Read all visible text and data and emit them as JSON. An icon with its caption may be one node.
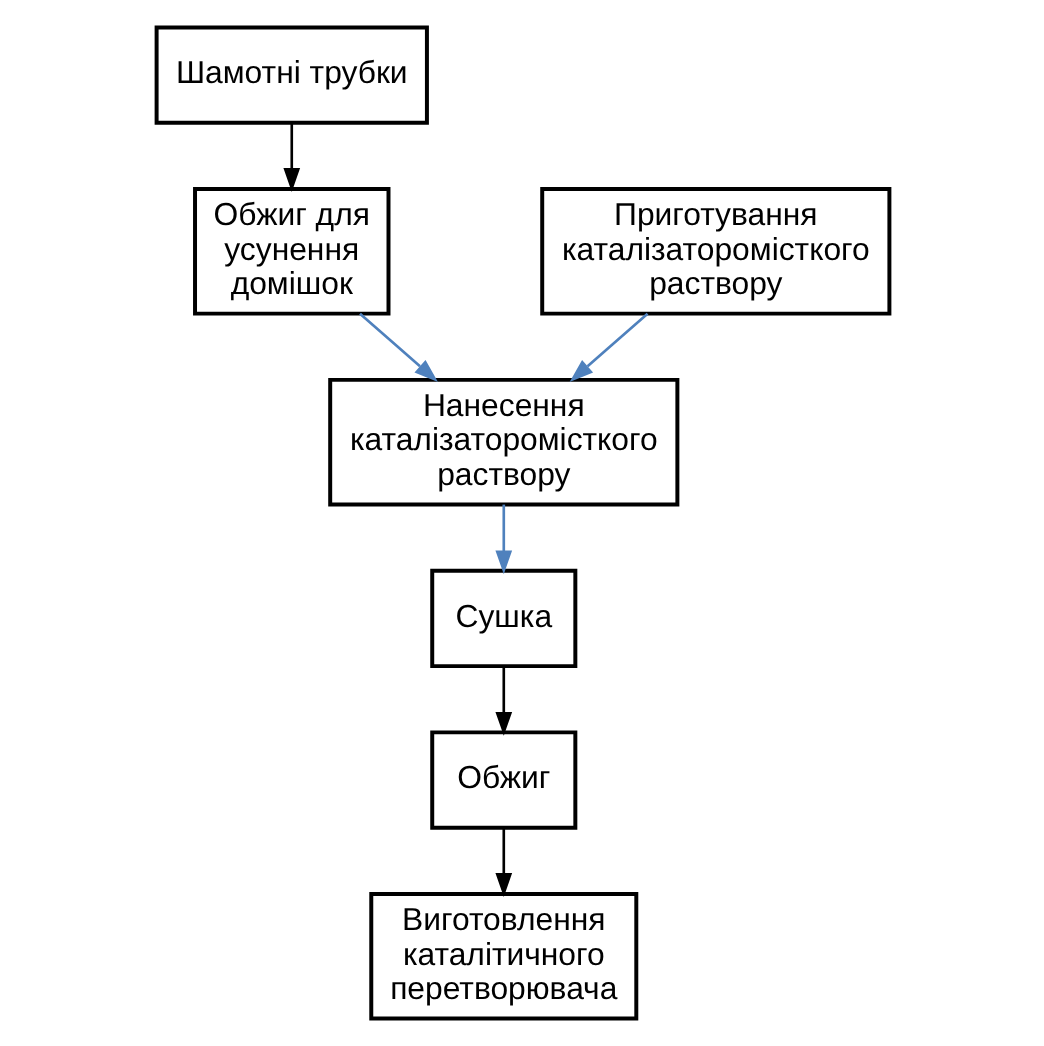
{
  "diagram": {
    "nodes": [
      {
        "text": [
          "Шамотні трубки"
        ]
      },
      {
        "text": [
          "Обжиг для усунення домішок"
        ]
      },
      {
        "text": [
          "Приготування каталізаторомісткого раствору"
        ]
      },
      {
        "text": [
          "Нанесення каталізаторомісткого раствору"
        ]
      },
      {
        "text": [
          "Сушка"
        ]
      },
      {
        "text": [
          "Обжиг"
        ]
      },
      {
        "text": [
          "Виготовлення каталітичного перетворювача"
        ]
      }
    ],
    "edges": [
      {
        "from": 0,
        "to": 1,
        "arrow": "to"
      },
      {
        "from": 1,
        "to": 3,
        "arrow": "to",
        "color": "#4f81bd"
      },
      {
        "from": 2,
        "to": 3,
        "arrow": "to",
        "color": "#4f81bd"
      },
      {
        "from": 3,
        "to": 4,
        "arrow": "to",
        "color": "#4f81bd"
      },
      {
        "from": 4,
        "to": 5,
        "arrow": "to"
      },
      {
        "from": 5,
        "to": 6,
        "arrow": "to"
      }
    ]
  }
}
